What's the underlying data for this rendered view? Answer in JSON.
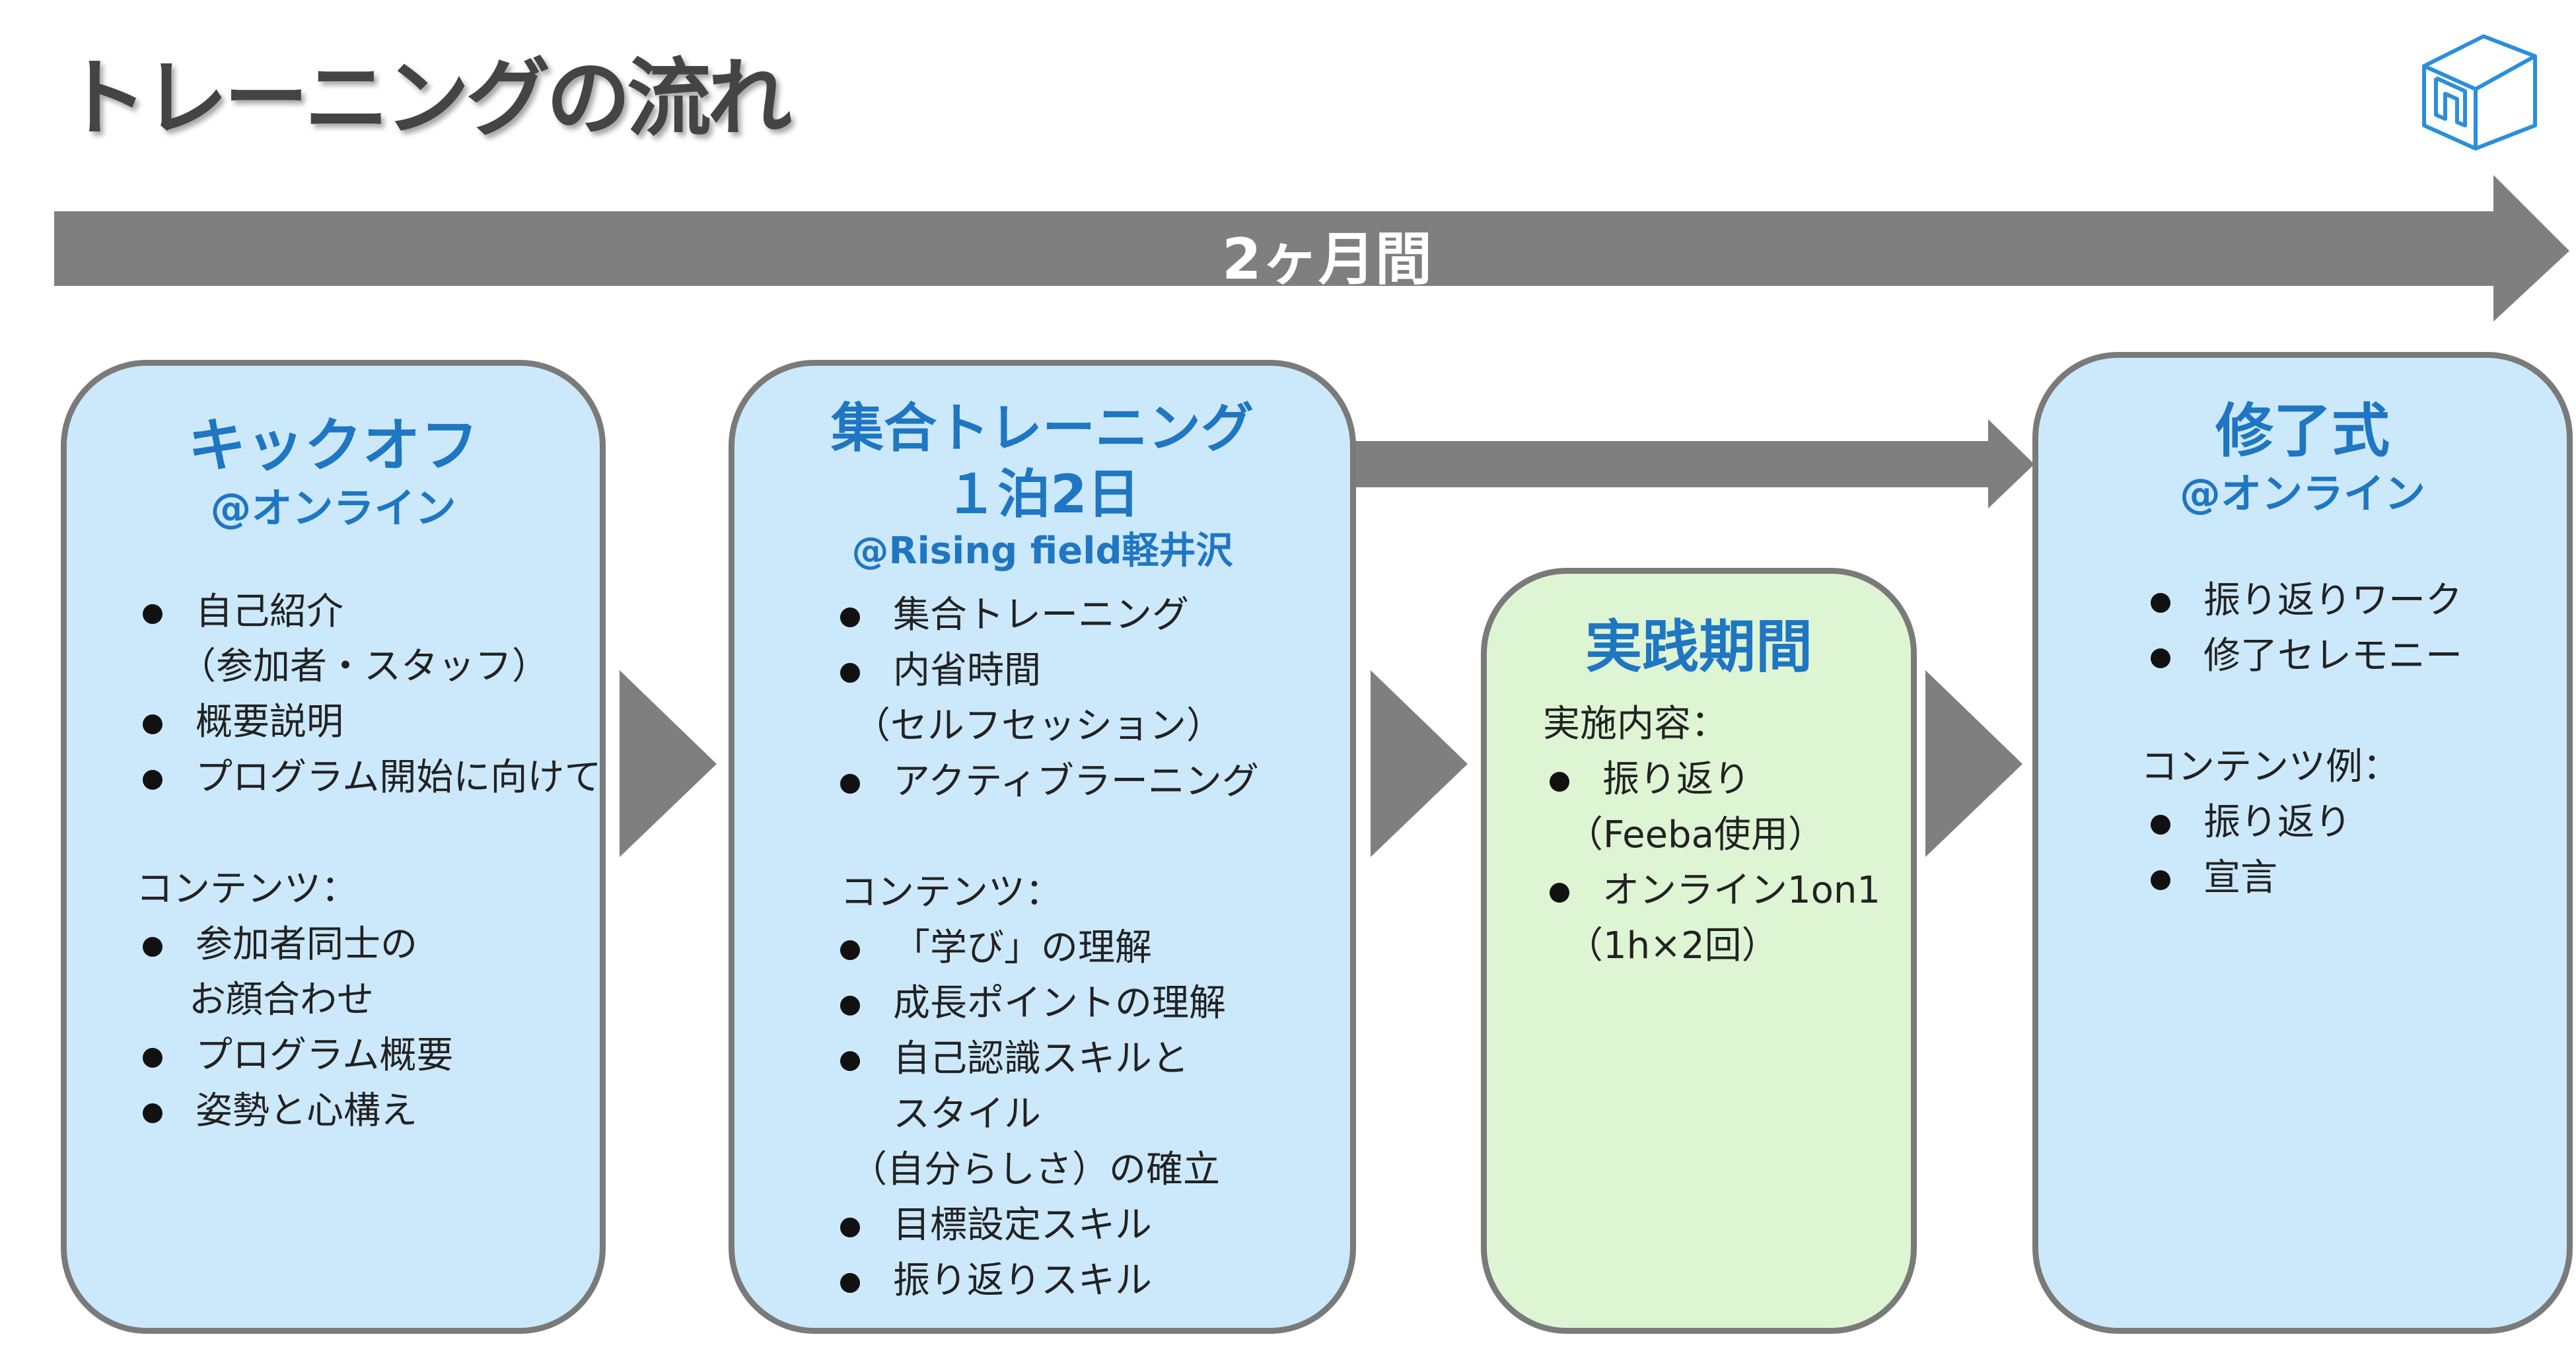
{
  "title": "トレーニングの流れ",
  "logo_icon": "cube-logo-icon",
  "timeline": {
    "label": "2ヶ月間"
  },
  "colors": {
    "arrow": "#7f7f7f",
    "box_border": "#7a7a7a",
    "blue_fill": "#cce9fb",
    "green_fill": "#def5d4",
    "heading": "#1f76c2",
    "title": "#444444"
  },
  "kickoff": {
    "title": "キックオフ",
    "subtitle": "@オンライン",
    "items": [
      "自己紹介",
      "（参加者・スタッフ）",
      "概要説明",
      "プログラム開始に向けて"
    ],
    "contents_label": "コンテンツ：",
    "contents": [
      "参加者同士の",
      "お顔合わせ",
      "プログラム概要",
      "姿勢と心構え"
    ]
  },
  "training": {
    "title": "集合トレーニング",
    "title2": "１泊2日",
    "subtitle": "@Rising field軽井沢",
    "items": [
      "集合トレーニング",
      "内省時間",
      "（セルフセッション）",
      "アクティブラーニング"
    ],
    "contents_label": "コンテンツ：",
    "contents": [
      "「学び」の理解",
      "成長ポイントの理解",
      "自己認識スキルと",
      "スタイル",
      "（自分らしさ）の確立",
      "目標設定スキル",
      "振り返りスキル"
    ]
  },
  "practice": {
    "title": "実践期間",
    "detail_label": "実施内容：",
    "items": [
      "振り返り",
      "（Feeba使用）",
      "オンライン1on1",
      "（1h×2回）"
    ]
  },
  "ceremony": {
    "title": "修了式",
    "subtitle": "@オンライン",
    "items": [
      "振り返りワーク",
      "修了セレモニー"
    ],
    "contents_label": "コンテンツ例：",
    "contents": [
      "振り返り",
      "宣言"
    ]
  }
}
